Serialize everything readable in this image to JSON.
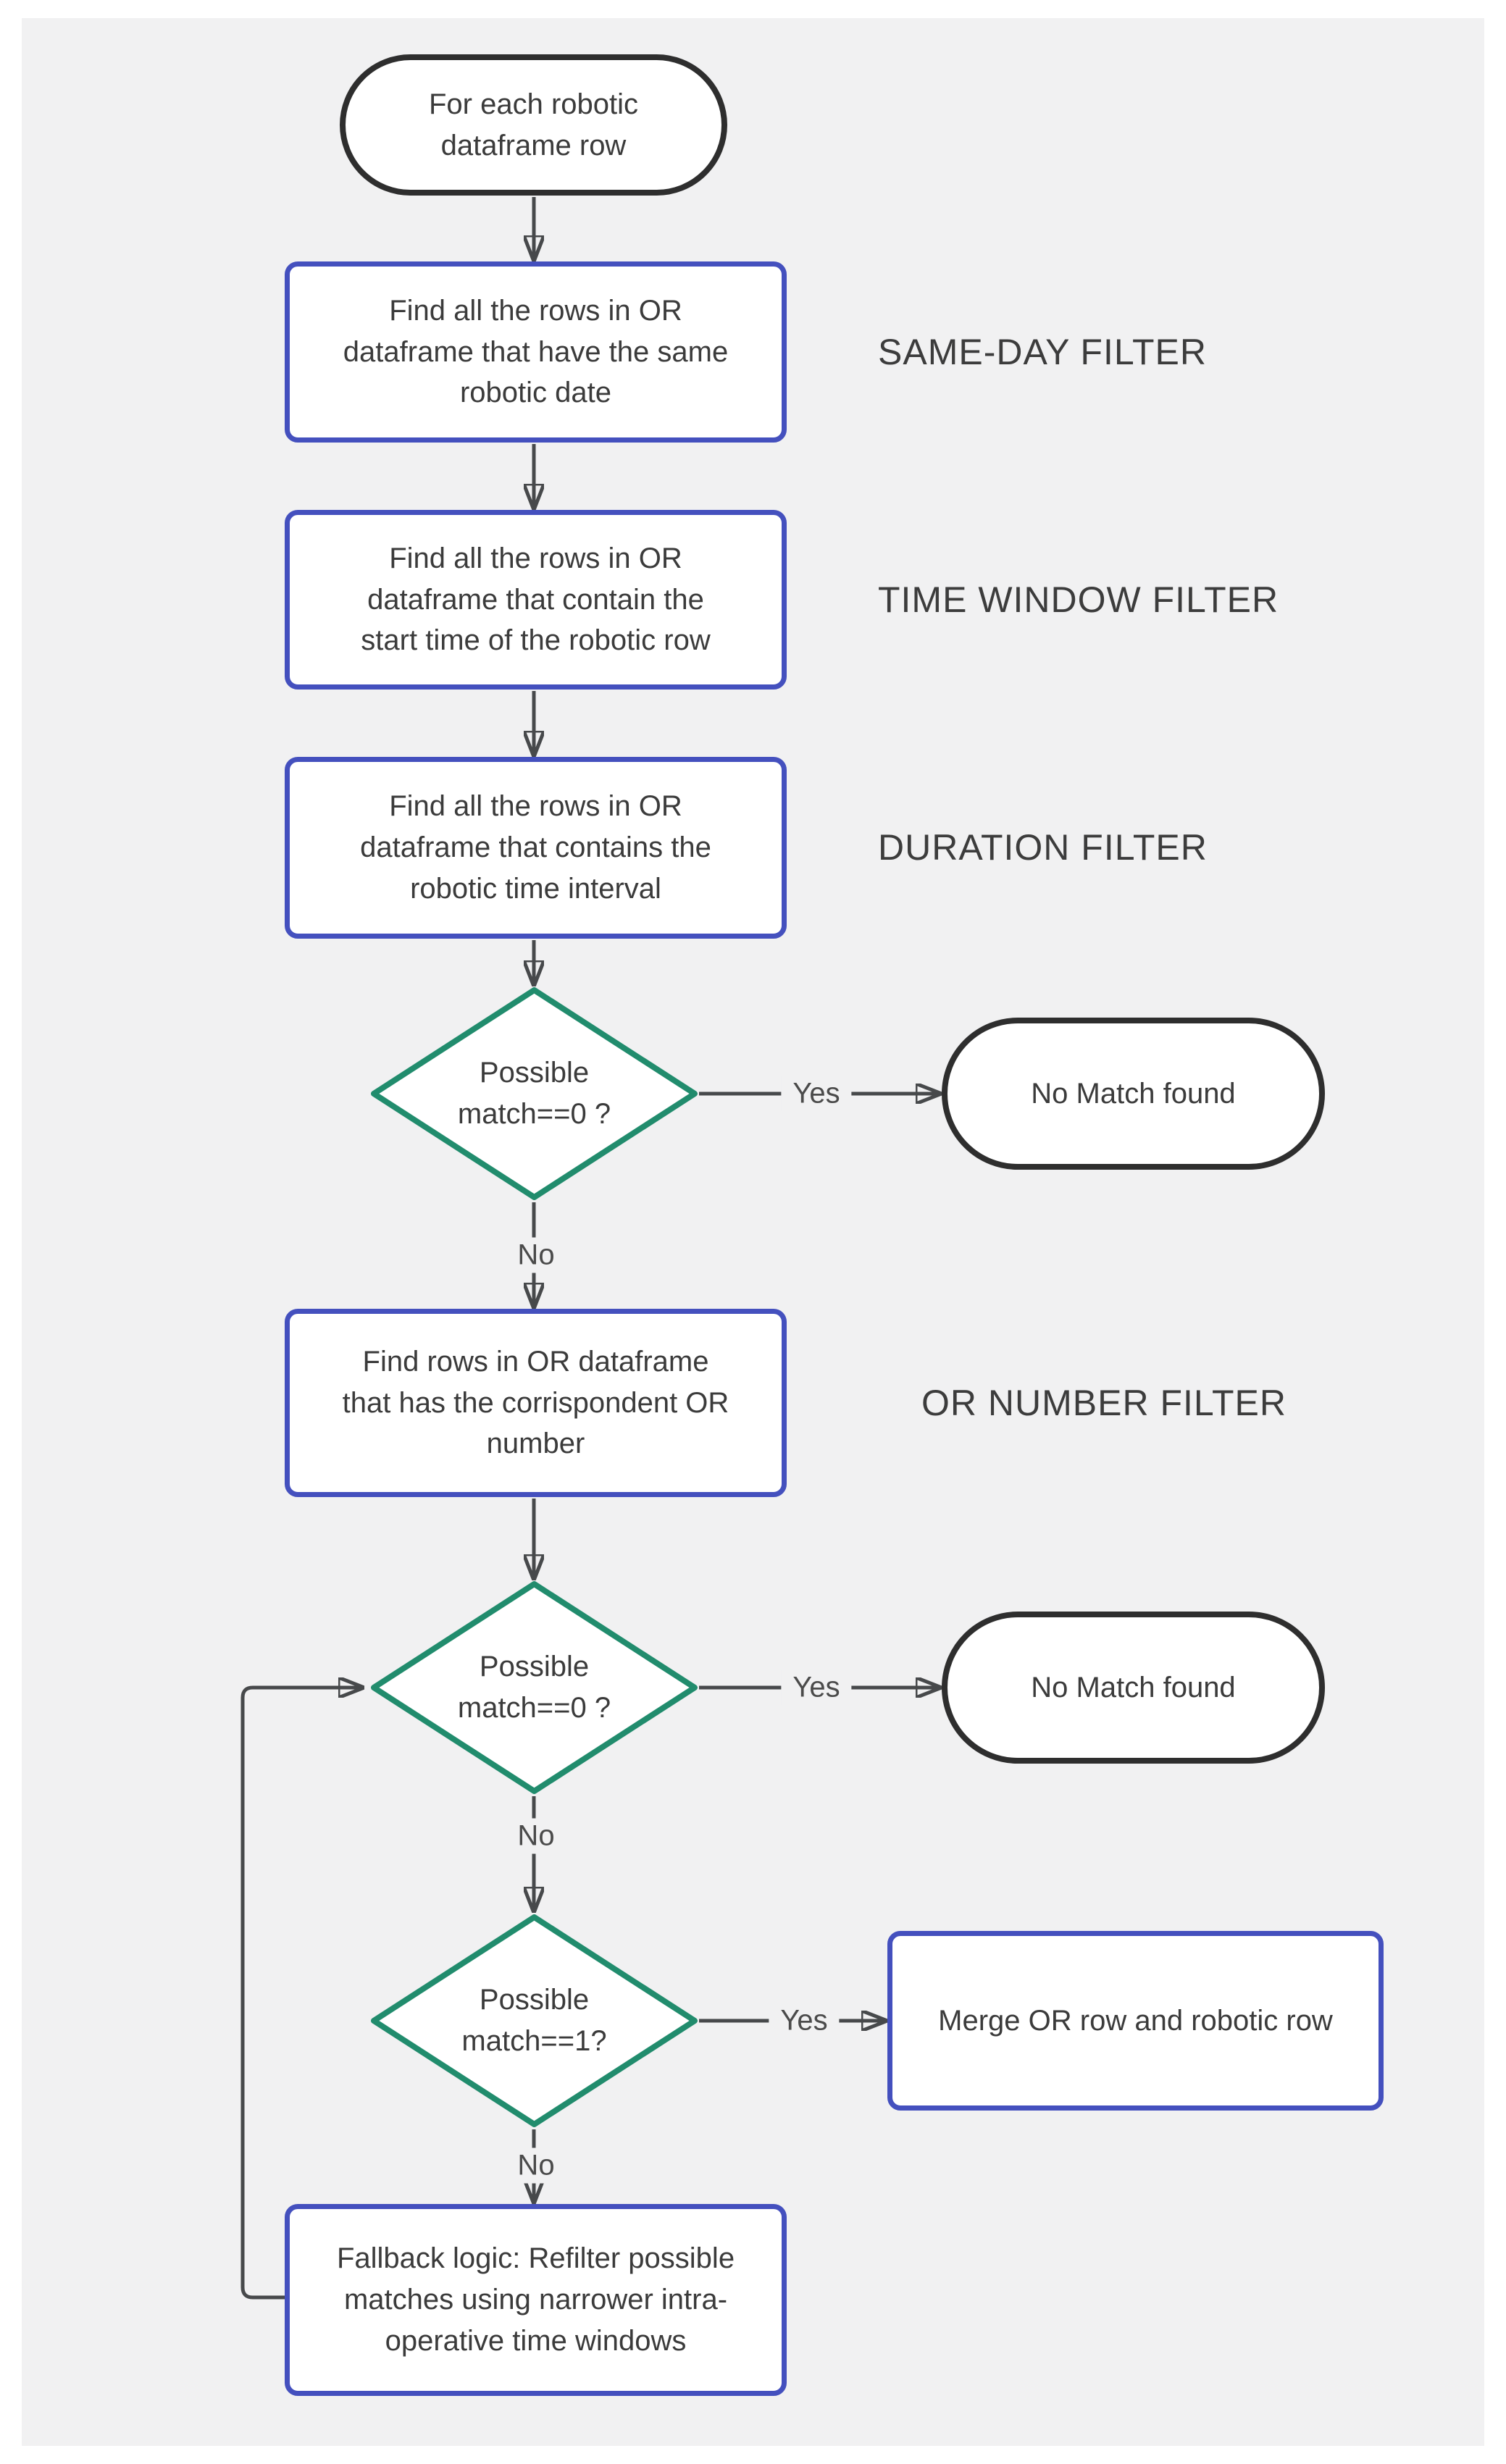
{
  "colors": {
    "page_bg": "#ffffff",
    "panel_bg": "#f1f1f2",
    "process_border": "#4450be",
    "decision_border": "#218c6d",
    "terminator_border": "#2e2e2e",
    "connector": "#47494b",
    "node_text": "#3b3b3b",
    "side_label_text": "#3c3c3c",
    "edge_label_text": "#4b4b4b"
  },
  "edge_labels": {
    "yes": "Yes",
    "no": "No"
  },
  "nodes": {
    "start": {
      "type": "terminator",
      "label": "For each robotic\ndataframe row"
    },
    "same_day": {
      "type": "process",
      "label": "Find all the rows in OR\ndataframe that have the same\nrobotic date",
      "side_label": "SAME-DAY FILTER"
    },
    "time_window": {
      "type": "process",
      "label": "Find all the rows in OR\ndataframe that contain the\nstart time of the robotic row",
      "side_label": "TIME WINDOW FILTER"
    },
    "duration": {
      "type": "process",
      "label": "Find all the rows in OR\ndataframe that contains the\nrobotic time interval",
      "side_label": "DURATION FILTER"
    },
    "decision_match0_first": {
      "type": "decision",
      "label": "Possible\nmatch==0 ?"
    },
    "no_match_first": {
      "type": "terminator",
      "label": "No Match found"
    },
    "or_number": {
      "type": "process",
      "label": "Find rows in OR dataframe\nthat has the corrispondent OR\nnumber",
      "side_label": "OR NUMBER FILTER"
    },
    "decision_match0_second": {
      "type": "decision",
      "label": "Possible\nmatch==0 ?"
    },
    "no_match_second": {
      "type": "terminator",
      "label": "No Match found"
    },
    "decision_match1": {
      "type": "decision",
      "label": "Possible\nmatch==1?"
    },
    "merge": {
      "type": "process",
      "label": "Merge OR row and robotic row"
    },
    "fallback": {
      "type": "process",
      "label": "Fallback logic: Refilter possible\nmatches using narrower intra-\noperative time windows"
    }
  }
}
